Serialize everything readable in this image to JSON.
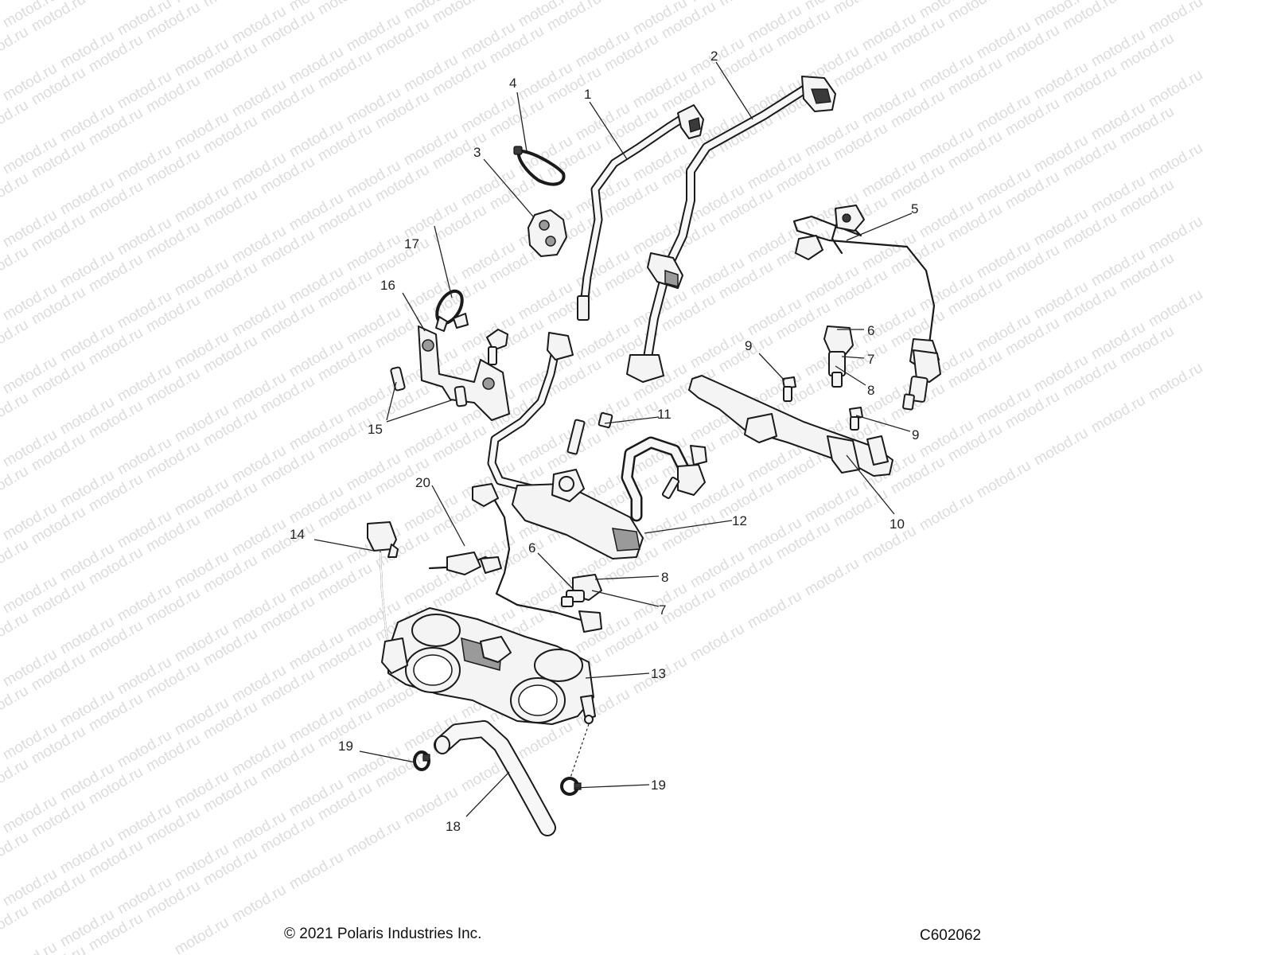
{
  "watermark": "motod.ru",
  "footer": {
    "copyright": "© 2021 Polaris Industries Inc.",
    "figure_id": "C602062"
  },
  "callouts": [
    {
      "id": "c1",
      "label": "1"
    },
    {
      "id": "c2",
      "label": "2"
    },
    {
      "id": "c3",
      "label": "3"
    },
    {
      "id": "c4",
      "label": "4"
    },
    {
      "id": "c5",
      "label": "5"
    },
    {
      "id": "c6a",
      "label": "6"
    },
    {
      "id": "c6b",
      "label": "6"
    },
    {
      "id": "c7a",
      "label": "7"
    },
    {
      "id": "c7b",
      "label": "7"
    },
    {
      "id": "c8a",
      "label": "8"
    },
    {
      "id": "c8b",
      "label": "8"
    },
    {
      "id": "c9a",
      "label": "9"
    },
    {
      "id": "c9b",
      "label": "9"
    },
    {
      "id": "c10",
      "label": "10"
    },
    {
      "id": "c11",
      "label": "11"
    },
    {
      "id": "c12",
      "label": "12"
    },
    {
      "id": "c13",
      "label": "13"
    },
    {
      "id": "c14",
      "label": "14"
    },
    {
      "id": "c15",
      "label": "15"
    },
    {
      "id": "c16",
      "label": "16"
    },
    {
      "id": "c17",
      "label": "17"
    },
    {
      "id": "c18",
      "label": "18"
    },
    {
      "id": "c19a",
      "label": "19"
    },
    {
      "id": "c19b",
      "label": "19"
    },
    {
      "id": "c20",
      "label": "20"
    }
  ]
}
